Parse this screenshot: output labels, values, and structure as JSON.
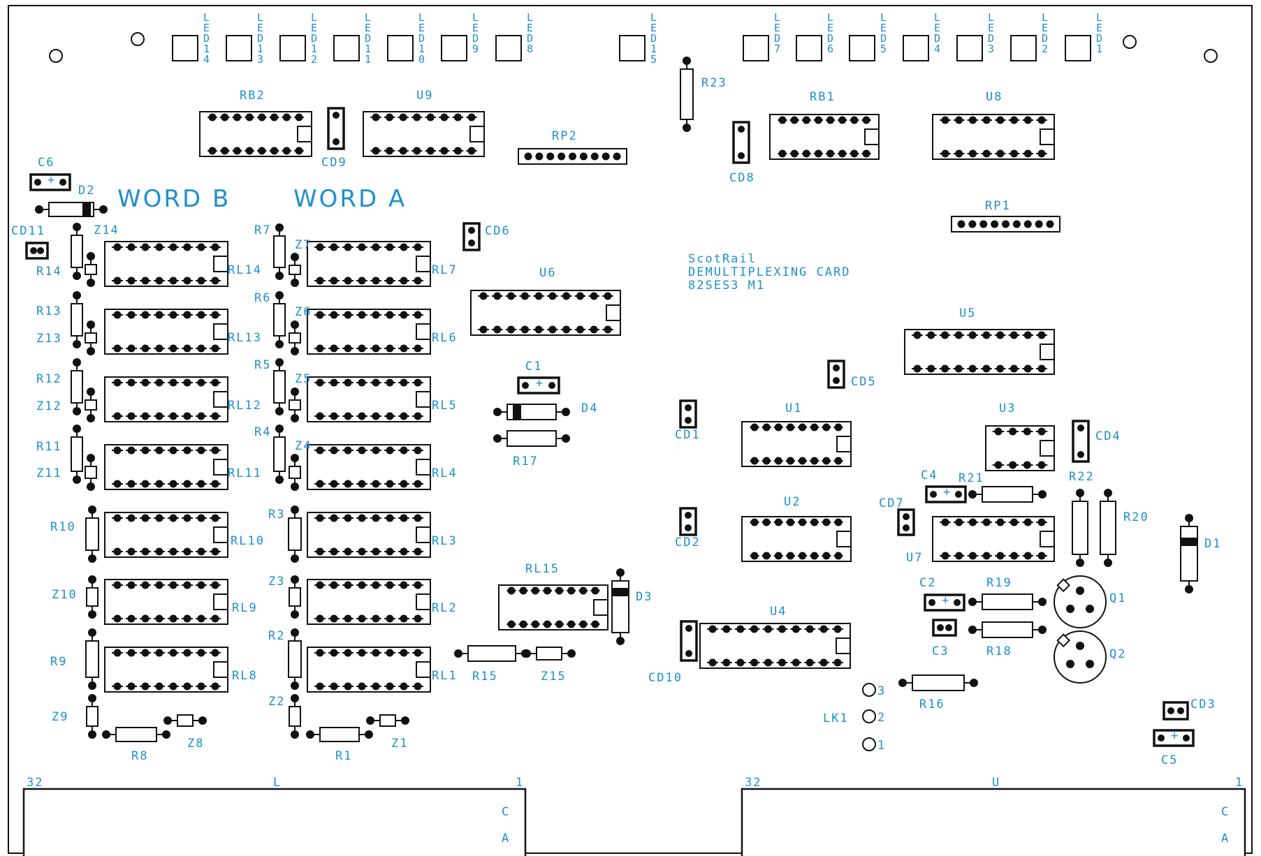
{
  "colors": {
    "ink": "#111111",
    "label": "#1e8fcf",
    "board": "#ffffff"
  },
  "title_lines": [
    "ScotRail",
    "DEMULTIPLEXING CARD",
    "82SES3 M1"
  ],
  "word_labels": [
    "WORD B",
    "WORD A"
  ],
  "leds_left": [
    {
      "id": "14",
      "chars": [
        "L",
        "E",
        "D",
        "1",
        "4"
      ]
    },
    {
      "id": "13",
      "chars": [
        "L",
        "E",
        "D",
        "1",
        "3"
      ]
    },
    {
      "id": "12",
      "chars": [
        "L",
        "E",
        "D",
        "1",
        "2"
      ]
    },
    {
      "id": "11",
      "chars": [
        "L",
        "E",
        "D",
        "1",
        "1"
      ]
    },
    {
      "id": "10",
      "chars": [
        "L",
        "E",
        "D",
        "1",
        "0"
      ]
    },
    {
      "id": "9",
      "chars": [
        "L",
        "E",
        "D",
        "9"
      ]
    },
    {
      "id": "8",
      "chars": [
        "L",
        "E",
        "D",
        "8"
      ]
    }
  ],
  "led_mid": {
    "id": "15",
    "chars": [
      "L",
      "E",
      "D",
      "1",
      "5"
    ]
  },
  "leds_right": [
    {
      "id": "7",
      "chars": [
        "L",
        "E",
        "D",
        "7"
      ]
    },
    {
      "id": "6",
      "chars": [
        "L",
        "E",
        "D",
        "6"
      ]
    },
    {
      "id": "5",
      "chars": [
        "L",
        "E",
        "D",
        "5"
      ]
    },
    {
      "id": "4",
      "chars": [
        "L",
        "E",
        "D",
        "4"
      ]
    },
    {
      "id": "3",
      "chars": [
        "L",
        "E",
        "D",
        "3"
      ]
    },
    {
      "id": "2",
      "chars": [
        "L",
        "E",
        "D",
        "2"
      ]
    },
    {
      "id": "1",
      "chars": [
        "L",
        "E",
        "D",
        "1"
      ]
    }
  ],
  "ics": {
    "RB2": "RB2",
    "U9": "U9",
    "RB1": "RB1",
    "U8": "U8",
    "U6": "U6",
    "U5": "U5",
    "U1": "U1",
    "U3": "U3",
    "U2": "U2",
    "U7": "U7",
    "U4": "U4",
    "RL15": "RL15"
  },
  "relays_b": [
    "RL14",
    "RL13",
    "RL12",
    "RL11",
    "RL10",
    "RL9",
    "RL8"
  ],
  "relays_a": [
    "RL7",
    "RL6",
    "RL5",
    "RL4",
    "RL3",
    "RL2",
    "RL1"
  ],
  "resistors_b": [
    "R14",
    "R13",
    "R12",
    "R11",
    "R10",
    "R9"
  ],
  "zeners_b": [
    "Z14",
    "Z13",
    "Z12",
    "Z11",
    "Z10",
    "Z9",
    "Z8"
  ],
  "resistors_a": [
    "R7",
    "R6",
    "R5",
    "R4",
    "R3",
    "R2"
  ],
  "zeners_a": [
    "Z7",
    "Z6",
    "Z5",
    "Z4",
    "Z3",
    "Z2",
    "Z1"
  ],
  "parts": {
    "RP1": "RP1",
    "RP2": "RP2",
    "R23": "R23",
    "CD9": "CD9",
    "CD8": "CD8",
    "CD6": "CD6",
    "CD11": "CD11",
    "C6": "C6",
    "D2": "D2",
    "C1": "C1",
    "D4": "D4",
    "R17": "R17",
    "CD5": "CD5",
    "CD1": "CD1",
    "CD4": "CD4",
    "C4": "C4",
    "R21": "R21",
    "R22": "R22",
    "CD7": "CD7",
    "R20": "R20",
    "D1": "D1",
    "CD2": "CD2",
    "D3": "D3",
    "C2": "C2",
    "R19": "R19",
    "Q1": "Q1",
    "C3": "C3",
    "R18": "R18",
    "Q2": "Q2",
    "CD10": "CD10",
    "R15": "R15",
    "Z15": "Z15",
    "R16": "R16",
    "LK1": "LK1",
    "R8": "R8",
    "R1": "R1",
    "CD3": "CD3",
    "C5": "C5"
  },
  "link_pins": [
    "3",
    "2",
    "1"
  ],
  "connector_left": {
    "pin_first": "32",
    "pin_mid": "L",
    "pin_last": "1",
    "row_c": "C",
    "row_a": "A"
  },
  "connector_right": {
    "pin_first": "32",
    "pin_mid": "U",
    "pin_last": "1",
    "row_c": "C",
    "row_a": "A"
  }
}
